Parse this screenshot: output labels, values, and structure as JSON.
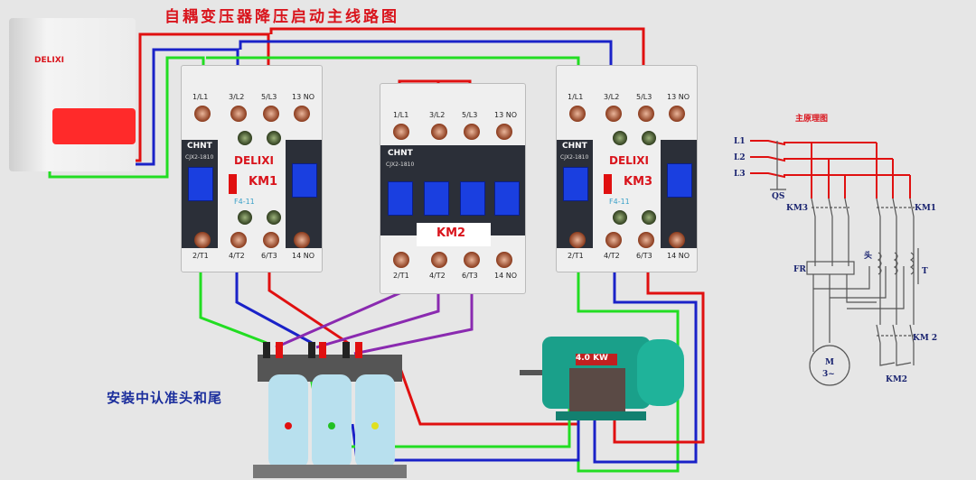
{
  "title": "自耦变压器降压启动主线路图",
  "note": "安装中认准头和尾",
  "breaker": {
    "brand": "DELIXI"
  },
  "contactors": [
    {
      "id": "KM1",
      "brand": "CHNT",
      "model": "CJX2-1810",
      "badge": "DELIXI",
      "aux": "F4-11",
      "top": [
        "1/L1",
        "3/L2",
        "5/L3",
        "13 NO"
      ],
      "bottom": [
        "2/T1",
        "4/T2",
        "6/T3",
        "14 NO"
      ]
    },
    {
      "id": "KM2",
      "brand": "CHNT",
      "model": "CJX2-1810",
      "top": [
        "1/L1",
        "3/L2",
        "5/L3",
        "13 NO"
      ],
      "bottom": [
        "2/T1",
        "4/T2",
        "6/T3",
        "14 NO"
      ]
    },
    {
      "id": "KM3",
      "brand": "CHNT",
      "model": "CJX2-1810",
      "badge": "DELIXI",
      "aux": "F4-11",
      "top": [
        "1/L1",
        "3/L2",
        "5/L3",
        "13 NO"
      ],
      "bottom": [
        "2/T1",
        "4/T2",
        "6/T3",
        "14 NO"
      ]
    }
  ],
  "motor": {
    "rating": "4.0 KW"
  },
  "schematic": {
    "title": "主原理图",
    "labels": {
      "l1": "L1",
      "l2": "L2",
      "l3": "L3",
      "qs": "QS",
      "km3": "KM3",
      "km1": "KM1",
      "fr": "FR",
      "head": "头",
      "t": "T",
      "km2a": "KM 2",
      "km2b": "KM2",
      "m": "M",
      "phase": "3~"
    }
  },
  "colors": {
    "red": "#e01010",
    "blue": "#1a22c8",
    "green": "#22dd22",
    "purple": "#8a2ab0",
    "title": "#d9141c"
  }
}
